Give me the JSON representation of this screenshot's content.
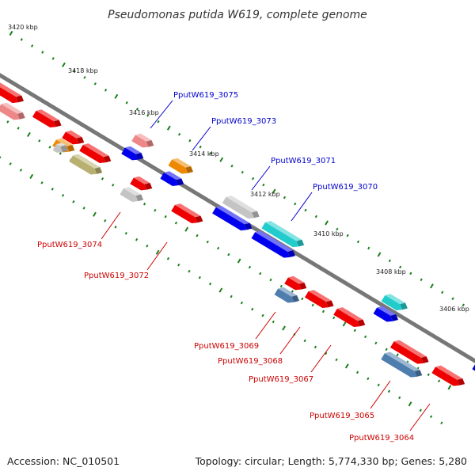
{
  "map": {
    "title": "Pseudomonas putida W619, complete genome",
    "accession": "Accession: NC_010501",
    "topology": "Topology: circular; Length: 5,774,330 bp; Genes: 5,280",
    "backbone_color": "#777777",
    "tick_color": "#1a7f1a"
  },
  "ticks": [
    {
      "label": "3420 kbp"
    },
    {
      "label": "3418 kbp"
    },
    {
      "label": "3416 kbp"
    },
    {
      "label": "3414 kbp"
    },
    {
      "label": "3412 kbp"
    },
    {
      "label": "3410 kbp"
    },
    {
      "label": "3408 kbp"
    },
    {
      "label": "3406 kbp"
    }
  ],
  "gene_labels": [
    {
      "text": "PputW619_3075",
      "strand": "top"
    },
    {
      "text": "PputW619_3073",
      "strand": "top"
    },
    {
      "text": "PputW619_3071",
      "strand": "top"
    },
    {
      "text": "PputW619_3070",
      "strand": "top"
    },
    {
      "text": "PputW619_3074",
      "strand": "bottom"
    },
    {
      "text": "PputW619_3072",
      "strand": "bottom"
    },
    {
      "text": "PputW619_3069",
      "strand": "bottom"
    },
    {
      "text": "PputW619_3068",
      "strand": "bottom"
    },
    {
      "text": "PputW619_3067",
      "strand": "bottom"
    },
    {
      "text": "PputW619_3065",
      "strand": "bottom"
    },
    {
      "text": "PputW619_3064",
      "strand": "bottom"
    }
  ],
  "colors": {
    "red": "#ee0000",
    "pink": "#ee8888",
    "blue": "#0000ee",
    "orange": "#ee8800",
    "gray": "#c4c4c4",
    "olive": "#b8b070",
    "cyan": "#22cccc",
    "steel": "#4d7eae",
    "label_top": "#0000cc",
    "label_bottom": "#cc0000"
  }
}
